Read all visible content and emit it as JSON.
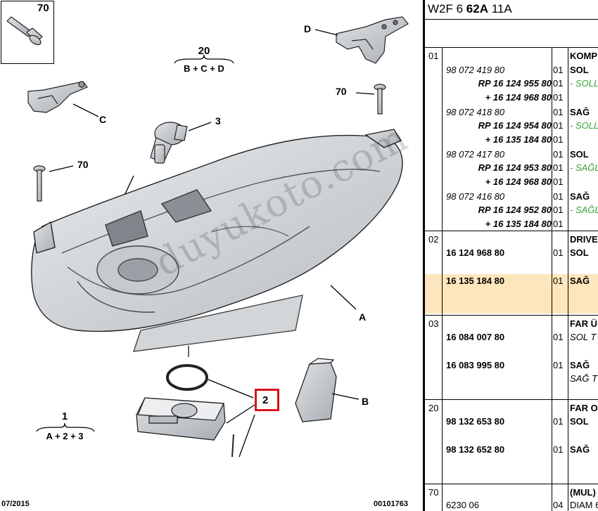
{
  "diagram": {
    "ref_box_number": "70",
    "groups": [
      {
        "number": "20",
        "formula": "B + C + D"
      },
      {
        "number": "1",
        "formula": "A + 2 + 3"
      }
    ],
    "callouts": {
      "d": "D",
      "c": "C",
      "three": "3",
      "seventy_a": "70",
      "seventy_b": "70",
      "a": "A",
      "b": "B",
      "two": "2"
    },
    "footer_left": "07/2015",
    "footer_right": "00101763",
    "watermark": "duyukoto.com",
    "highlight_color": "#d8141a"
  },
  "parts_list": {
    "header_prefix": "W2F 6 ",
    "header_bold": "62A",
    "header_suffix": " 11A",
    "rows": [
      {
        "grp": "01",
        "pn": "",
        "qty": "",
        "desc": "KOMP"
      },
      {
        "grp": "",
        "pn": "98 072 419 80",
        "qty": "01",
        "desc": "SOL"
      },
      {
        "grp": "",
        "pn": "RP 16 124 955 80",
        "qty": "01",
        "desc": "- SOLL"
      },
      {
        "grp": "",
        "pn": "+ 16 124 968 80",
        "qty": "01",
        "desc": ""
      },
      {
        "grp": "",
        "pn": "98 072 418 80",
        "qty": "01",
        "desc": "SAĞ"
      },
      {
        "grp": "",
        "pn": "RP 16 124 954 80",
        "qty": "01",
        "desc": "- SOLL"
      },
      {
        "grp": "",
        "pn": "+ 16 135 184 80",
        "qty": "01",
        "desc": ""
      },
      {
        "grp": "",
        "pn": "98 072 417 80",
        "qty": "01",
        "desc": "SOL"
      },
      {
        "grp": "",
        "pn": "RP 16 124 953 80",
        "qty": "01",
        "desc": "- SAĞL"
      },
      {
        "grp": "",
        "pn": "+ 16 124 968 80",
        "qty": "01",
        "desc": ""
      },
      {
        "grp": "",
        "pn": "98 072 416 80",
        "qty": "01",
        "desc": "SAĞ"
      },
      {
        "grp": "",
        "pn": "RP 16 124 952 80",
        "qty": "01",
        "desc": "- SAĞL"
      },
      {
        "grp": "",
        "pn": "+ 16 135 184 80",
        "qty": "01",
        "desc": ""
      },
      {
        "grp": "02",
        "pn": "",
        "qty": "",
        "desc": "DRIVE"
      },
      {
        "grp": "",
        "pn": "16 124 968 80",
        "qty": "01",
        "desc": "SOL"
      },
      {
        "grp": "",
        "pn": "16 135 184 80",
        "qty": "01",
        "desc": "SAĞ"
      },
      {
        "grp": "03",
        "pn": "",
        "qty": "",
        "desc": "FAR Ü"
      },
      {
        "grp": "",
        "pn": "16 084 007 80",
        "qty": "01",
        "desc": "SOL T"
      },
      {
        "grp": "",
        "pn": "16 083 995 80",
        "qty": "01",
        "desc": "SAĞ"
      },
      {
        "grp": "",
        "pn": "",
        "qty": "",
        "desc": "SAĞ T"
      },
      {
        "grp": "20",
        "pn": "",
        "qty": "",
        "desc": "FAR O"
      },
      {
        "grp": "",
        "pn": "98 132 653 80",
        "qty": "01",
        "desc": "SOL"
      },
      {
        "grp": "",
        "pn": "98 132 652 80",
        "qty": "01",
        "desc": "SAĞ"
      },
      {
        "grp": "70",
        "pn": "",
        "qty": "",
        "desc": "(MUL)"
      },
      {
        "grp": "",
        "pn": "6230 06",
        "qty": "04",
        "desc": "DIAM 6"
      }
    ],
    "highlight_row_color": "#fde6bb"
  }
}
